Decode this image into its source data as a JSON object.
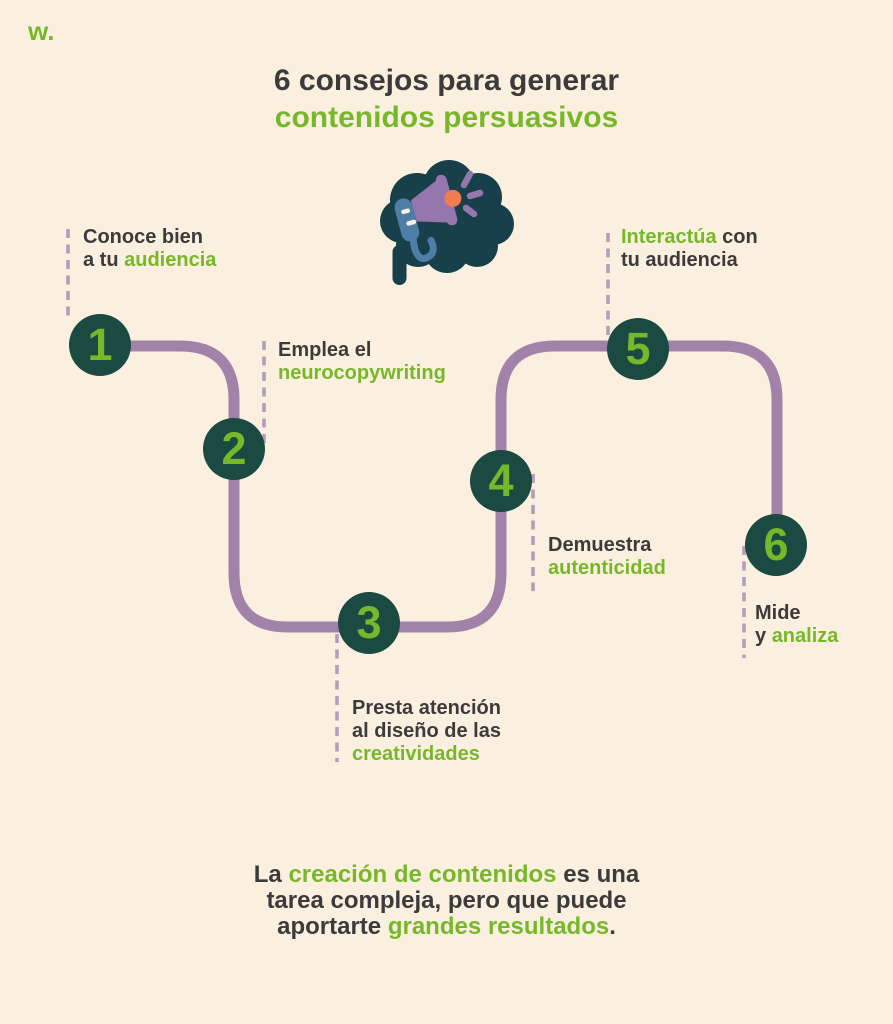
{
  "colors": {
    "background": "#fbf0df",
    "dark": "#3b3b3b",
    "green": "#77b82a",
    "circle": "#1a4a41",
    "path": "#a282a9",
    "dashed": "#b59cbb",
    "brain": "#17404a",
    "megaphone_blue": "#4d7ea8",
    "megaphone_purple": "#9577ad",
    "megaphone_orange": "#f07c50",
    "cream": "#fbf0df"
  },
  "logo": {
    "text": "w."
  },
  "title": {
    "line1": "6 consejos para generar",
    "line2": "contenidos persuasivos"
  },
  "icon": {
    "name": "brain-with-megaphone"
  },
  "steps": [
    {
      "number": "1",
      "lines": [
        [
          {
            "t": "Conoce bien",
            "c": "dark"
          }
        ],
        [
          {
            "t": "a tu ",
            "c": "dark"
          },
          {
            "t": "audiencia",
            "c": "green"
          }
        ]
      ]
    },
    {
      "number": "2",
      "lines": [
        [
          {
            "t": "Emplea el",
            "c": "dark"
          }
        ],
        [
          {
            "t": "neurocopywriting",
            "c": "green"
          }
        ]
      ]
    },
    {
      "number": "3",
      "lines": [
        [
          {
            "t": "Presta atención",
            "c": "dark"
          }
        ],
        [
          {
            "t": "al diseño de las",
            "c": "dark"
          }
        ],
        [
          {
            "t": "creatividades",
            "c": "green"
          }
        ]
      ]
    },
    {
      "number": "4",
      "lines": [
        [
          {
            "t": "Demuestra",
            "c": "dark"
          }
        ],
        [
          {
            "t": "autenticidad",
            "c": "green"
          }
        ]
      ]
    },
    {
      "number": "5",
      "lines": [
        [
          {
            "t": "Interactúa",
            "c": "green"
          },
          {
            "t": " con",
            "c": "dark"
          }
        ],
        [
          {
            "t": "tu audiencia",
            "c": "dark"
          }
        ]
      ]
    },
    {
      "number": "6",
      "lines": [
        [
          {
            "t": "Mide",
            "c": "dark"
          }
        ],
        [
          {
            "t": "y ",
            "c": "dark"
          },
          {
            "t": "analiza",
            "c": "green"
          }
        ]
      ]
    }
  ],
  "footer": {
    "lines": [
      [
        {
          "t": "La ",
          "c": "dark"
        },
        {
          "t": "creación de contenidos",
          "c": "green"
        },
        {
          "t": " es una",
          "c": "dark"
        }
      ],
      [
        {
          "t": "tarea compleja, pero que puede",
          "c": "dark"
        }
      ],
      [
        {
          "t": "aportarte ",
          "c": "dark"
        },
        {
          "t": "grandes resultados",
          "c": "green"
        },
        {
          "t": ".",
          "c": "dark"
        }
      ]
    ]
  }
}
